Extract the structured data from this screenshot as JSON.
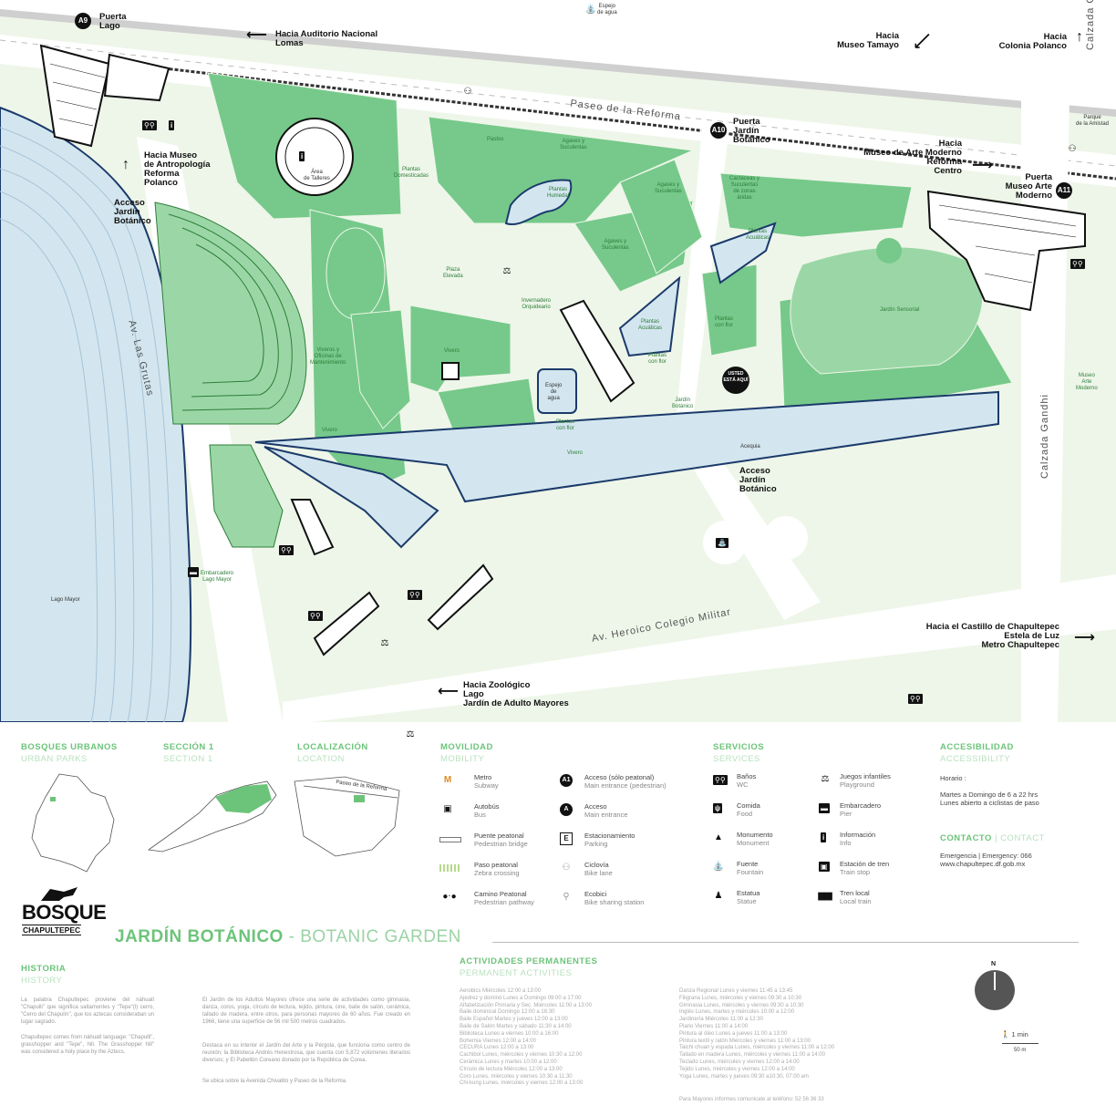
{
  "map": {
    "roads": {
      "reforma": "Paseo de la Reforma",
      "grutas": "Av. Las Grutas",
      "gandhi_top": "Calzada Gandhi",
      "gandhi": "Calzada Gandhi",
      "colegio_militar": "Av. Heroico Colegio Militar"
    },
    "labels": {
      "puerta_lago": "Puerta\nLago",
      "auditorio": "Hacia Auditorio Nacional\nLomas",
      "museo_tamayo": "Hacia\nMuseo Tamayo",
      "colonia_polanco": "Hacia\nColonia Polanco",
      "antropologia": "Hacia Museo\nde Antropología\nReforma\nPolanco",
      "acceso_jb_left": "Acceso\nJardín\nBotánico",
      "puerta_jb": "Puerta\nJardín\nBotánico",
      "arte_moderno": "Hacia\nMuseo de Arte Moderno\nReforma\nCentro",
      "puerta_arte": "Puerta\nMuseo Arte\nModerno",
      "acceso_jb_center": "Acceso\nJardín\nBotánico",
      "castillo": "Hacia el Castillo de Chapultepec\nEstela de Luz\nMetro Chapultepec",
      "zoologico": "Hacia Zoológico\nLago\nJardín de Adulto Mayores",
      "espejo": "Espejo\nde agua",
      "parque_amistad": "Parque\nde la Amistad"
    },
    "badges": {
      "a9": "A9",
      "a10": "A10",
      "a11": "A11"
    },
    "here": "USTED ESTÁ AQUÍ",
    "areas": {
      "talleres": "Área\nde Talleres",
      "pastos": "Pastos",
      "plantas_domesticadas": "Plantas\nDomesticadas",
      "agaves1": "Agaves y\nSuculentas",
      "agaves2": "Agaves y\nSuculentas",
      "agaves3": "Agaves y\nSuculentas",
      "plantas_humedal": "Plantas\nHumedal",
      "plaza_elevada": "Plaza\nElevada",
      "cactaceas": "Cactáceas y\nSuculentas\nde zonas\náridas",
      "plantas_acuaticas1": "Plantas\nAcuáticas",
      "plantas_acuaticas2": "Plantas\nAcuáticas",
      "plantas_flor1": "Plantas\ncon flor",
      "plantas_flor2": "Plantas\ncon flor",
      "plantas_flor3": "Plantas\ncon flor",
      "invernadero": "Invernadero\nOrquideario",
      "jardin_sensorial": "Jardín Sensorial",
      "viveros_oficinas": "Viveros y\nOficinas de\nMantenimiento",
      "vivero1": "Vivero",
      "vivero2": "Vivero",
      "vivero3": "Vivero",
      "espejo_agua2": "Espejo\nde\nagua",
      "jardin_botanico": "Jardín\nBotánico",
      "acequia": "Acequia",
      "lago_mayor": "Lago Mayor",
      "embarcadero": "Embarcadero\nLago Mayor",
      "museo_arte_moderno": "Museo\nArte\nModerno"
    }
  },
  "legend": {
    "bosques": {
      "h": "BOSQUES URBANOS",
      "en": "URBAN PARKS"
    },
    "seccion": {
      "h": "SECCIÓN 1",
      "en": "SECTION 1"
    },
    "localizacion": {
      "h": "LOCALIZACIÓN",
      "en": "LOCATION",
      "road": "Paseo de la Reforma"
    },
    "movilidad": {
      "h": "MOVILIDAD",
      "en": "MOBILITY",
      "items": [
        {
          "es": "Metro",
          "en": "Subway"
        },
        {
          "es": "Autobús",
          "en": "Bus"
        },
        {
          "es": "Puente peatonal",
          "en": "Pedestrian bridge"
        },
        {
          "es": "Paso peatonal",
          "en": "Zebra crossing"
        },
        {
          "es": "Camino Peatonal",
          "en": "Pedestrian pathway"
        },
        {
          "es": "Acceso (sólo peatonal)",
          "en": "Main entrance (pedestrian)"
        },
        {
          "es": "Acceso",
          "en": "Main entrance"
        },
        {
          "es": "Estacionamiento",
          "en": "Parking"
        },
        {
          "es": "Ciclovía",
          "en": "Bike lane"
        },
        {
          "es": "Ecobici",
          "en": "Bike sharing station"
        }
      ]
    },
    "servicios": {
      "h": "SERVICIOS",
      "en": "SERVICES",
      "items": [
        {
          "es": "Baños",
          "en": "WC"
        },
        {
          "es": "Comida",
          "en": "Food"
        },
        {
          "es": "Monumento",
          "en": "Monument"
        },
        {
          "es": "Fuente",
          "en": "Fountain"
        },
        {
          "es": "Estatua",
          "en": "Statue"
        },
        {
          "es": "Juegos infantiles",
          "en": "Playground"
        },
        {
          "es": "Embarcadero",
          "en": "Pier"
        },
        {
          "es": "Información",
          "en": "Info"
        },
        {
          "es": "Estación de tren",
          "en": "Train stop"
        },
        {
          "es": "Tren local",
          "en": "Local train"
        }
      ]
    },
    "accesibilidad": {
      "h": "ACCESIBILIDAD",
      "en": "ACCESSIBILITY",
      "horario": "Horario   :",
      "horas": "Martes a Domingo de 6 a 22 hrs\nLunes abierto a ciclistas de paso"
    },
    "contacto": {
      "h": "CONTACTO",
      "en": "| CONTACT",
      "emergencia": "Emergencia | Emergency:  066",
      "web": "www.chapultepec.df.gob.mx"
    },
    "logo": {
      "top": "BOSQUE",
      "bottom": "CHAPULTEPEC"
    },
    "title": {
      "main": "JARDÍN BOTÁNICO",
      "sub": " - BOTANIC GARDEN"
    },
    "historia": {
      "h": "HISTORIA",
      "en": "HISTORY",
      "p1": "La palabra Chapultepec proviene del náhuatl \"Chapulli\" que significa saltamontes y \"Tepe\"(l) cerro, \"Cerro del Chapulín\", que los aztecas consideraban un lugar sagrado.",
      "p2": "Chapultepec comes from náhuatl language: \"Chapulli\", grasshopper and \"Tepe\", hill. The Grasshopper hill\" was considered a holy place by the Aztecs.",
      "p3": "El Jardín de los Adultos Mayores ofrece una serie de actividades como gimnasia, danza, coros, yoga, círculo de lectura, tejido, pintura, cine, baile de salón, cerámica, tallado de madera, entre otros, para personas mayores de 60 años. Fue creado en 1966, tiene una superficie de 56 mil 500 metros cuadrados.",
      "p4": "Destaca en su interior el Jardín del Arte y la Pérgola, que funciona como centro de reunión; la Biblioteca Andrés Henestrosa, que cuenta con 5,872 volúmenes literarios diversos; y El Pabellón Coreano donado por la República de Corea.",
      "p5": "Se ubica sobre la Avenida Chivatito y Paseo de la Reforma."
    },
    "actividades": {
      "h": "ACTIVIDADES PERMANENTES",
      "en": "PERMANENT ACTIVITIES",
      "col1": [
        "Aerobics Miércoles 12:00 a 13:00",
        "Ajedrez y dominó Lunes a Domingo 09:00 a 17:00",
        "Alfabetización Primaria y Sec. Miércoles 11:00 a 13:00",
        "Baile dominical Domingo 12:00 a 16:30",
        "Baile Español Martes y jueves 12:00 a 13:00",
        "Baile de Salón Martes y sábado 11:30 a 14:00",
        "Biblioteca Lunes a viernes 10:00 a 16:00",
        "Bohemia Viernes 12:00 a 14:00",
        "CECURA Lunes 12:00 a 13:00",
        "Cachibol Lunes, miércoles y viernes 10:30 a 12:00",
        "Cerámica Lunes y martes 10:00 a 12:00",
        "Círculo de lectura Miércoles 12:00 a 13:00",
        "Coro Lunes, miércoles y viernes 10:30 a 11:30",
        "Chi-kung Lunes, miércoles y viernes 12:00 a 13:00"
      ],
      "col2": [
        "Danza Regional Lunes y viernes 11:45 a 13:45",
        "Filigrana Lunes, miércoles y viernes 09:30 a 10:30",
        "Gimnasia Lunes, miércoles y viernes 09:30 a 10:30",
        "Inglés Lunes, martes y miércoles 10:00 a 12:00",
        "Jardinería Miércoles 11:00 a 12:30",
        "Piano Viernes 11:00 a 14:00",
        "Pintura al óleo Lunes a jueves 11:00 a 13:00",
        "Pintura textil y ratón Miércoles y viernes 11:00 a 13:00",
        "Taichi chuan y espada Lunes, miércoles y viernes 11:00 a 12:00",
        "Tallado en madera Lunes, miércoles y viernes 11:00 a 14:00",
        "Teclado Lunes, miércoles y viernes 12:00 a 14:00",
        "Tejido Lunes, miércoles y viernes 12:00 a 14:00",
        "Yoga Lunes, martes y jueves 09:30 a10:30, 07:00 am"
      ],
      "note": "Para Mayores informes comunicate al teléfono: 52 56 36 33"
    },
    "compass": {
      "n": "N",
      "minute": "1 min",
      "scale": "50 m"
    }
  }
}
